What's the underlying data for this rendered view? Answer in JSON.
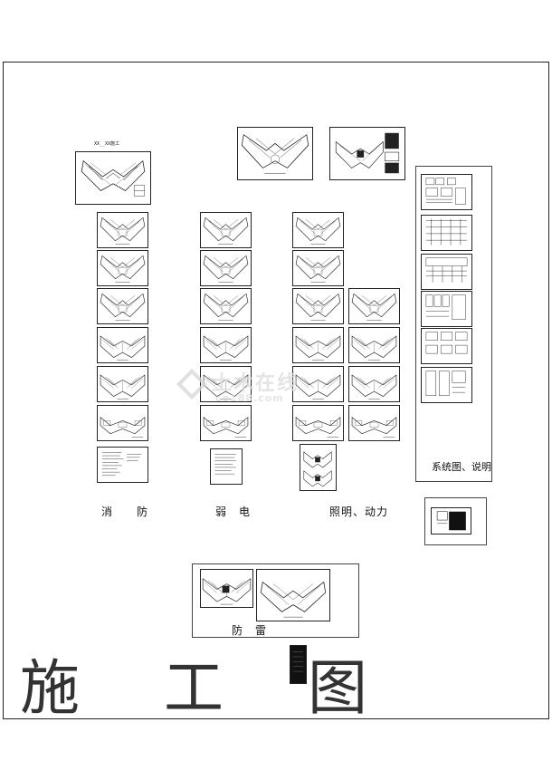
{
  "labels": {
    "fire": "消　　防",
    "weak_current": "弱　电",
    "lighting_power": "照明、动力",
    "system_diagram": "系统图、说明",
    "lightning": "防　雷",
    "construction_drawing": "施 工 图",
    "top_left_tag": "XX__XX施工"
  },
  "watermark": {
    "brand": "土木在线",
    "domain": "co188.com"
  }
}
